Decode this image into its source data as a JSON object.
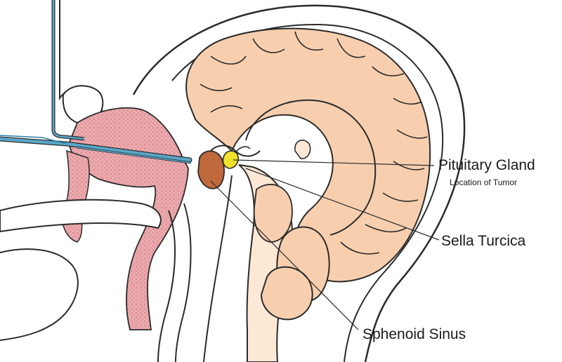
{
  "labels": {
    "pituitary_gland": "Pituitary Gland",
    "location_of_tumor": "Location of Tumor",
    "sella_turcica": "Sella Turcica",
    "sphenoid_sinus": "Sphenoid Sinus"
  },
  "colors": {
    "brain_fill": "#f8cfae",
    "brain_light": "#fde8d6",
    "outline": "#2b2b2b",
    "nasal_tissue": "#e7a0a4",
    "nasal_dots": "#c9646d",
    "instrument": "#5aa6c8",
    "instrument_dark": "#2f7fa6",
    "tumor": "#c0693c",
    "pituitary": "#f0e12a"
  }
}
